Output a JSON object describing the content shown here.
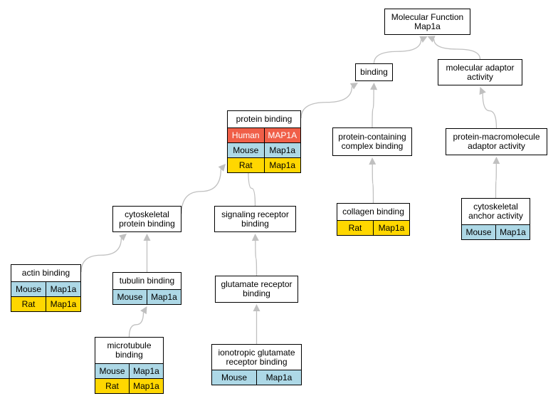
{
  "colors": {
    "human": "#f05f48",
    "mouse": "#add8e6",
    "rat": "#ffd700",
    "edge": "#c0c0c0"
  },
  "nodes": {
    "mf_root": {
      "title": "Molecular Function\nMap1a",
      "rows": []
    },
    "binding": {
      "title": "binding",
      "rows": []
    },
    "molecular_adaptor": {
      "title": "molecular adaptor\nactivity",
      "rows": []
    },
    "protein_binding": {
      "title": "protein binding",
      "rows": [
        {
          "species": "Human",
          "gene": "MAP1A"
        },
        {
          "species": "Mouse",
          "gene": "Map1a"
        },
        {
          "species": "Rat",
          "gene": "Map1a"
        }
      ]
    },
    "protein_complex_binding": {
      "title": "protein-containing\ncomplex binding",
      "rows": []
    },
    "protein_macromolecule_adaptor": {
      "title": "protein-macromolecule\nadaptor activity",
      "rows": []
    },
    "cytoskeletal_protein_binding": {
      "title": "cytoskeletal\nprotein binding",
      "rows": []
    },
    "signaling_receptor_binding": {
      "title": "signaling receptor\nbinding",
      "rows": []
    },
    "collagen_binding": {
      "title": "collagen binding",
      "rows": [
        {
          "species": "Rat",
          "gene": "Map1a"
        }
      ]
    },
    "cytoskeletal_anchor": {
      "title": "cytoskeletal\nanchor activity",
      "rows": [
        {
          "species": "Mouse",
          "gene": "Map1a"
        }
      ]
    },
    "actin_binding": {
      "title": "actin binding",
      "rows": [
        {
          "species": "Mouse",
          "gene": "Map1a"
        },
        {
          "species": "Rat",
          "gene": "Map1a"
        }
      ]
    },
    "tubulin_binding": {
      "title": "tubulin binding",
      "rows": [
        {
          "species": "Mouse",
          "gene": "Map1a"
        }
      ]
    },
    "glutamate_receptor_binding": {
      "title": "glutamate receptor\nbinding",
      "rows": []
    },
    "microtubule_binding": {
      "title": "microtubule\nbinding",
      "rows": [
        {
          "species": "Mouse",
          "gene": "Map1a"
        },
        {
          "species": "Rat",
          "gene": "Map1a"
        }
      ]
    },
    "ionotropic_glutamate_receptor_binding": {
      "title": "ionotropic glutamate\nreceptor binding",
      "rows": [
        {
          "species": "Mouse",
          "gene": "Map1a"
        }
      ]
    }
  },
  "edges": [
    {
      "from": "binding",
      "to": "mf_root"
    },
    {
      "from": "molecular_adaptor",
      "to": "mf_root"
    },
    {
      "from": "protein_binding",
      "to": "binding"
    },
    {
      "from": "protein_complex_binding",
      "to": "binding"
    },
    {
      "from": "protein_macromolecule_adaptor",
      "to": "molecular_adaptor"
    },
    {
      "from": "cytoskeletal_protein_binding",
      "to": "protein_binding"
    },
    {
      "from": "signaling_receptor_binding",
      "to": "protein_binding"
    },
    {
      "from": "collagen_binding",
      "to": "protein_complex_binding"
    },
    {
      "from": "cytoskeletal_anchor",
      "to": "protein_macromolecule_adaptor"
    },
    {
      "from": "actin_binding",
      "to": "cytoskeletal_protein_binding"
    },
    {
      "from": "tubulin_binding",
      "to": "cytoskeletal_protein_binding"
    },
    {
      "from": "glutamate_receptor_binding",
      "to": "signaling_receptor_binding"
    },
    {
      "from": "microtubule_binding",
      "to": "tubulin_binding"
    },
    {
      "from": "ionotropic_glutamate_receptor_binding",
      "to": "glutamate_receptor_binding"
    }
  ]
}
